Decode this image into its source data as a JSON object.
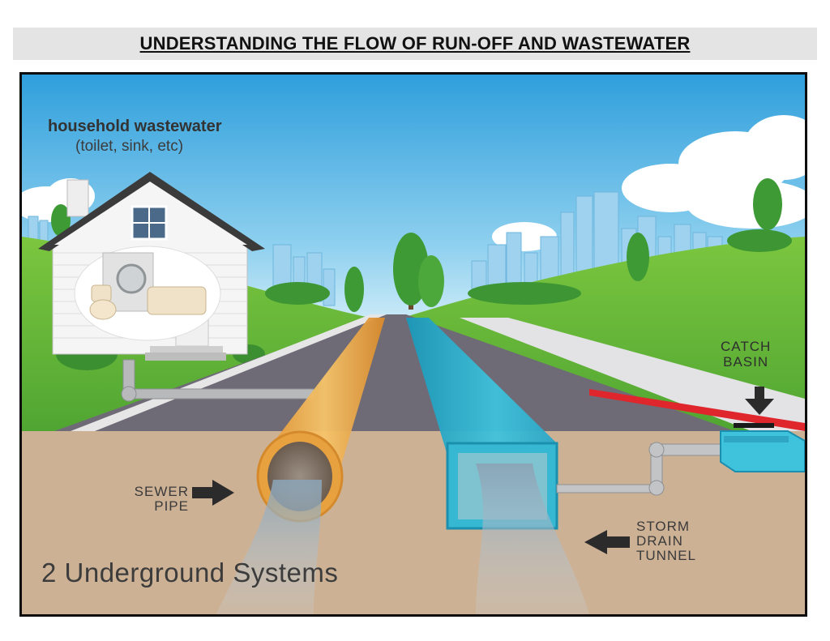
{
  "title": "UNDERSTANDING THE FLOW OF RUN-OFF AND WASTEWATER",
  "labels": {
    "household_line1": "household wastewater",
    "household_line2": "(toilet, sink, etc)",
    "catch_basin_line1": "CATCH",
    "catch_basin_line2": "BASIN",
    "sewer_pipe_line1": "SEWER",
    "sewer_pipe_line2": "PIPE",
    "storm_line1": "STORM",
    "storm_line2": "DRAIN",
    "storm_line3": "TUNNEL",
    "underground": "2 Underground Systems"
  },
  "colors": {
    "sky": "#3fa9df",
    "grass": "#62b83a",
    "soil": "#cdb195",
    "road": "#6e6a75",
    "sewer_pipe": "#e8a13d",
    "storm_tunnel": "#2fb3cf",
    "curb": "#e0262d"
  }
}
